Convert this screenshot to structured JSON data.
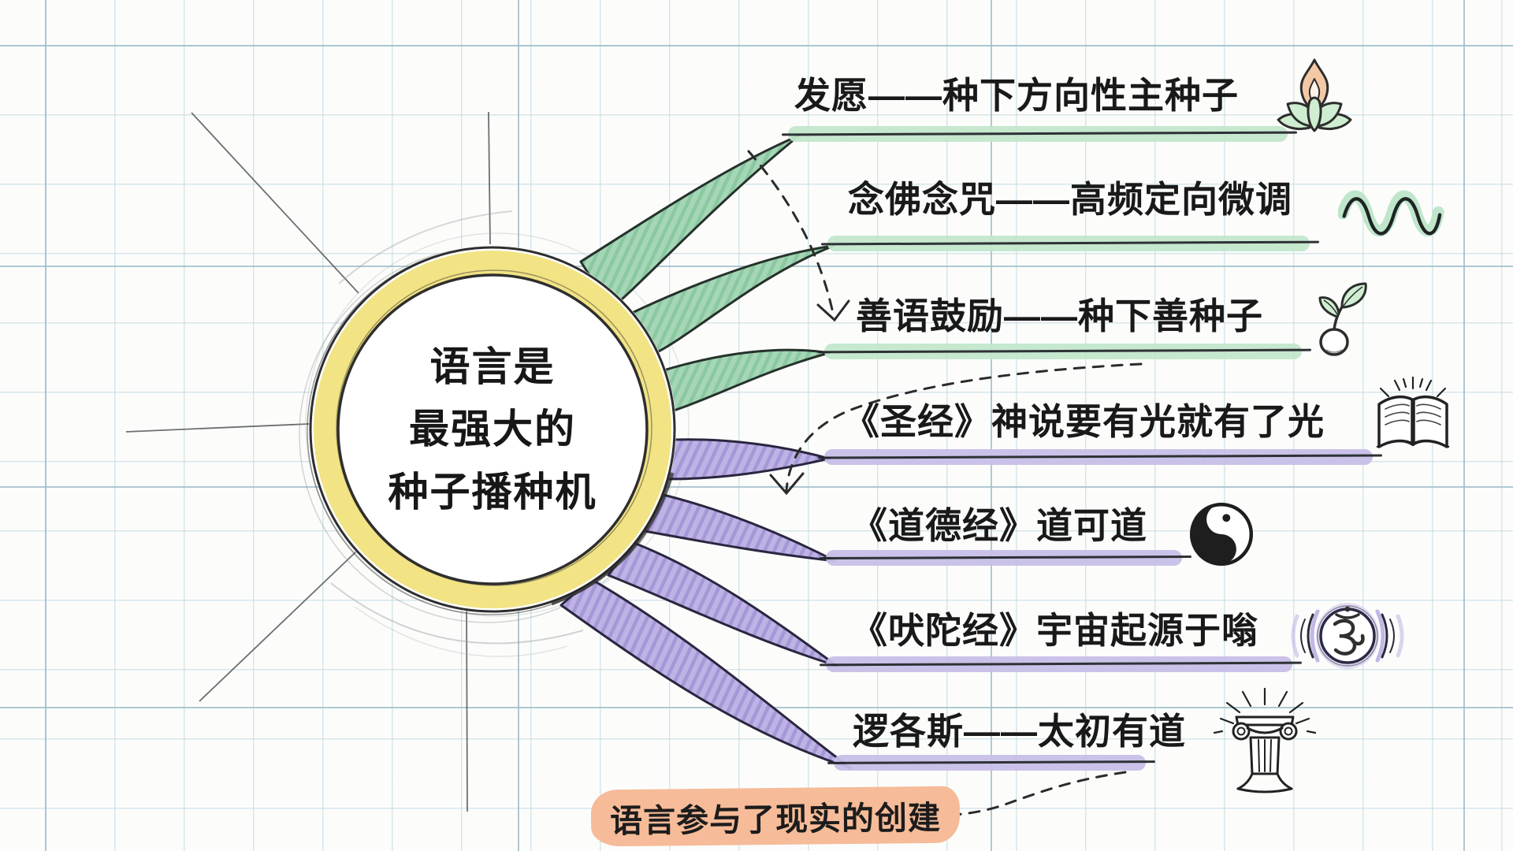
{
  "center": {
    "lines": [
      "语言是",
      "最强大的",
      "种子播种机"
    ]
  },
  "branches": [
    {
      "label": "发愿——种下方向性主种子",
      "icon": "lotus-flame-icon",
      "theme": "green"
    },
    {
      "label": "念佛念咒——高频定向微调",
      "icon": "sound-wave-icon",
      "theme": "green"
    },
    {
      "label": "善语鼓励——种下善种子",
      "icon": "sprout-icon",
      "theme": "green"
    },
    {
      "label": "《圣经》神说要有光就有了光",
      "icon": "open-book-icon",
      "theme": "purple"
    },
    {
      "label": "《道德经》道可道",
      "icon": "yin-yang-icon",
      "theme": "purple"
    },
    {
      "label": "《吠陀经》宇宙起源于嗡",
      "icon": "om-icon",
      "theme": "purple"
    },
    {
      "label": "逻各斯——太初有道",
      "icon": "greek-column-icon",
      "theme": "purple"
    }
  ],
  "callout": {
    "label": "语言参与了现实的创建"
  },
  "colors": {
    "green_highlight": "#c3e7cd",
    "purple_highlight": "#c9bfe9",
    "orange_highlight": "#f6bb98",
    "yellow_ring": "#f2e384",
    "branch_green": "#a5d6b6",
    "branch_purple": "#beb3e4",
    "ink": "#232323"
  }
}
